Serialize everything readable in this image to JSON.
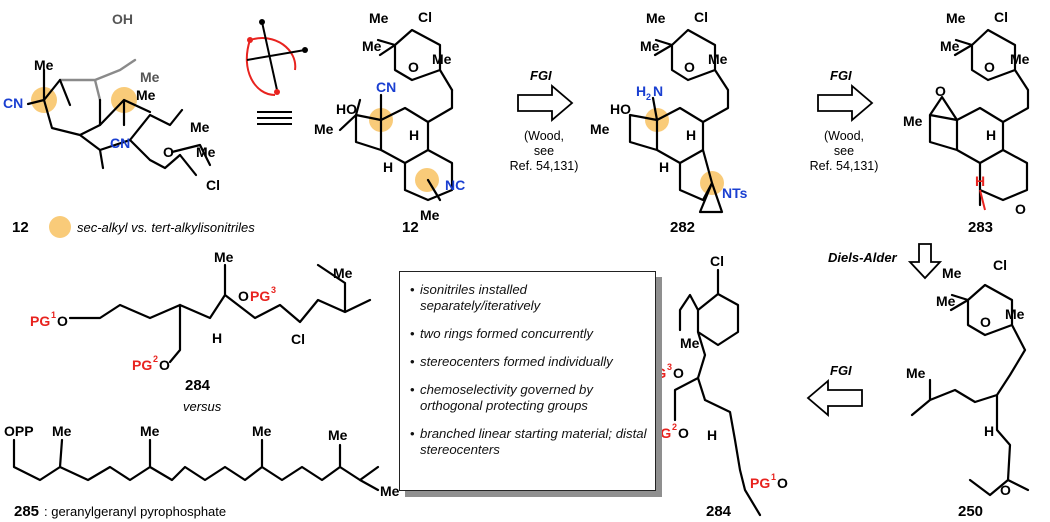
{
  "compounds": {
    "c12a": {
      "label": "12",
      "caption": "sec-alkyl vs. tert-alkylisonitriles"
    },
    "c12b": {
      "label": "12"
    },
    "c282": {
      "label": "282"
    },
    "c283": {
      "label": "283"
    },
    "c250": {
      "label": "250"
    },
    "c284a": {
      "label": "284",
      "note": "versus"
    },
    "c284b": {
      "label": "284"
    },
    "c285": {
      "label": "285",
      "caption": ": geranylgeranyl pyrophosphate"
    }
  },
  "arrows": {
    "fgi1": {
      "label": "FGI",
      "sub": [
        "(Wood,",
        "see",
        "Ref. 54,131)"
      ]
    },
    "fgi2": {
      "label": "FGI",
      "sub": [
        "(Wood,",
        "see",
        "Ref. 54,131)"
      ]
    },
    "diels_alder": {
      "label": "Diels-Alder"
    },
    "fgi3": {
      "label": "FGI"
    }
  },
  "summary": [
    "isonitriles installed separately/iteratively",
    "two rings formed concurrently",
    "stereocenters formed individually",
    "chemoselectivity governed by orthogonal protecting groups",
    "branched linear starting material; distal stereocenters"
  ],
  "atoms": {
    "Me": "Me",
    "Cl": "Cl",
    "O": "O",
    "H": "H",
    "OH": "OH",
    "HO": "HO",
    "CN": "CN",
    "NC": "NC",
    "NTs": "NTs",
    "H2N": "H",
    "OPP": "OPP",
    "PG": "PG"
  },
  "colors": {
    "highlight": "#f8c56a",
    "heteroatom_red": "#e8231f",
    "isonitrile_blue": "#1a3fd1",
    "box_shadow": "#8f8f8f"
  }
}
